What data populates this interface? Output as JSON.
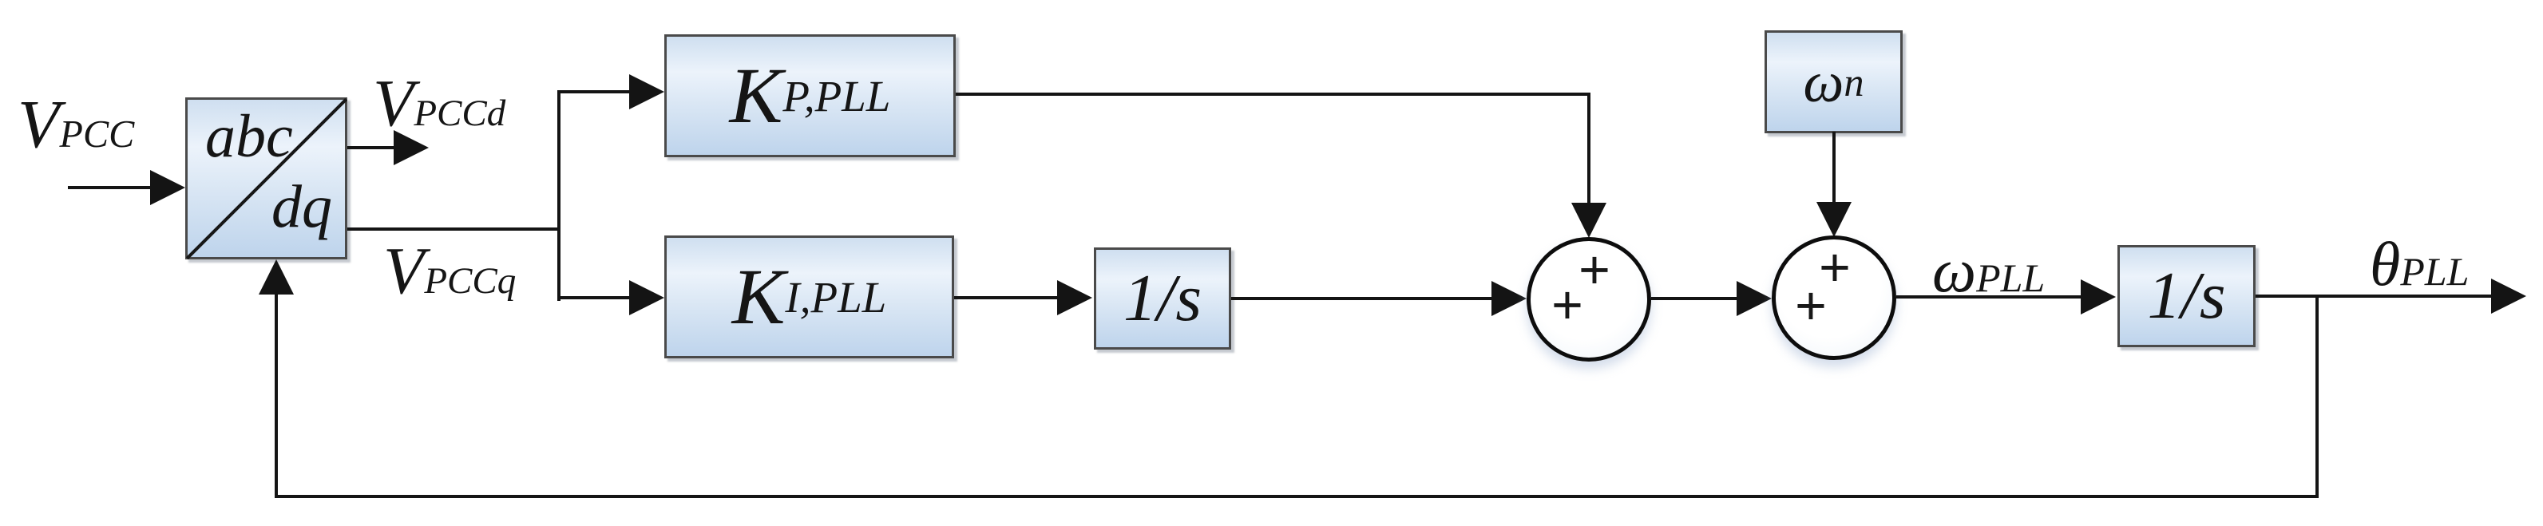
{
  "colors": {
    "wire": "#141414",
    "border": "#4a4a4a",
    "text": "#151515",
    "blockTop": "#cfdff0",
    "blockLight": "#ecf3fb",
    "blockBottom": "#bed4ec"
  },
  "blocks": {
    "abc_dq": {
      "line1": "abc",
      "line2": "dq"
    },
    "kp": {
      "base": "K",
      "sub": "P,PLL"
    },
    "ki": {
      "base": "K",
      "sub": "I,PLL"
    },
    "integrator1": {
      "label": "1/s"
    },
    "integrator2": {
      "label": "1/s"
    },
    "omega_n": {
      "base": "ω",
      "sub": "n"
    }
  },
  "signals": {
    "vpcc": {
      "base": "V",
      "sub": "PCC"
    },
    "vpccd": {
      "base": "V",
      "sub": "PCCd"
    },
    "vpccq": {
      "base": "V",
      "sub": "PCCq"
    },
    "omega_pll": {
      "base": "ω",
      "sub": "PLL"
    },
    "theta_pll": {
      "base": "θ",
      "sub": "PLL"
    }
  },
  "summing_junctions": {
    "plus": "+"
  }
}
